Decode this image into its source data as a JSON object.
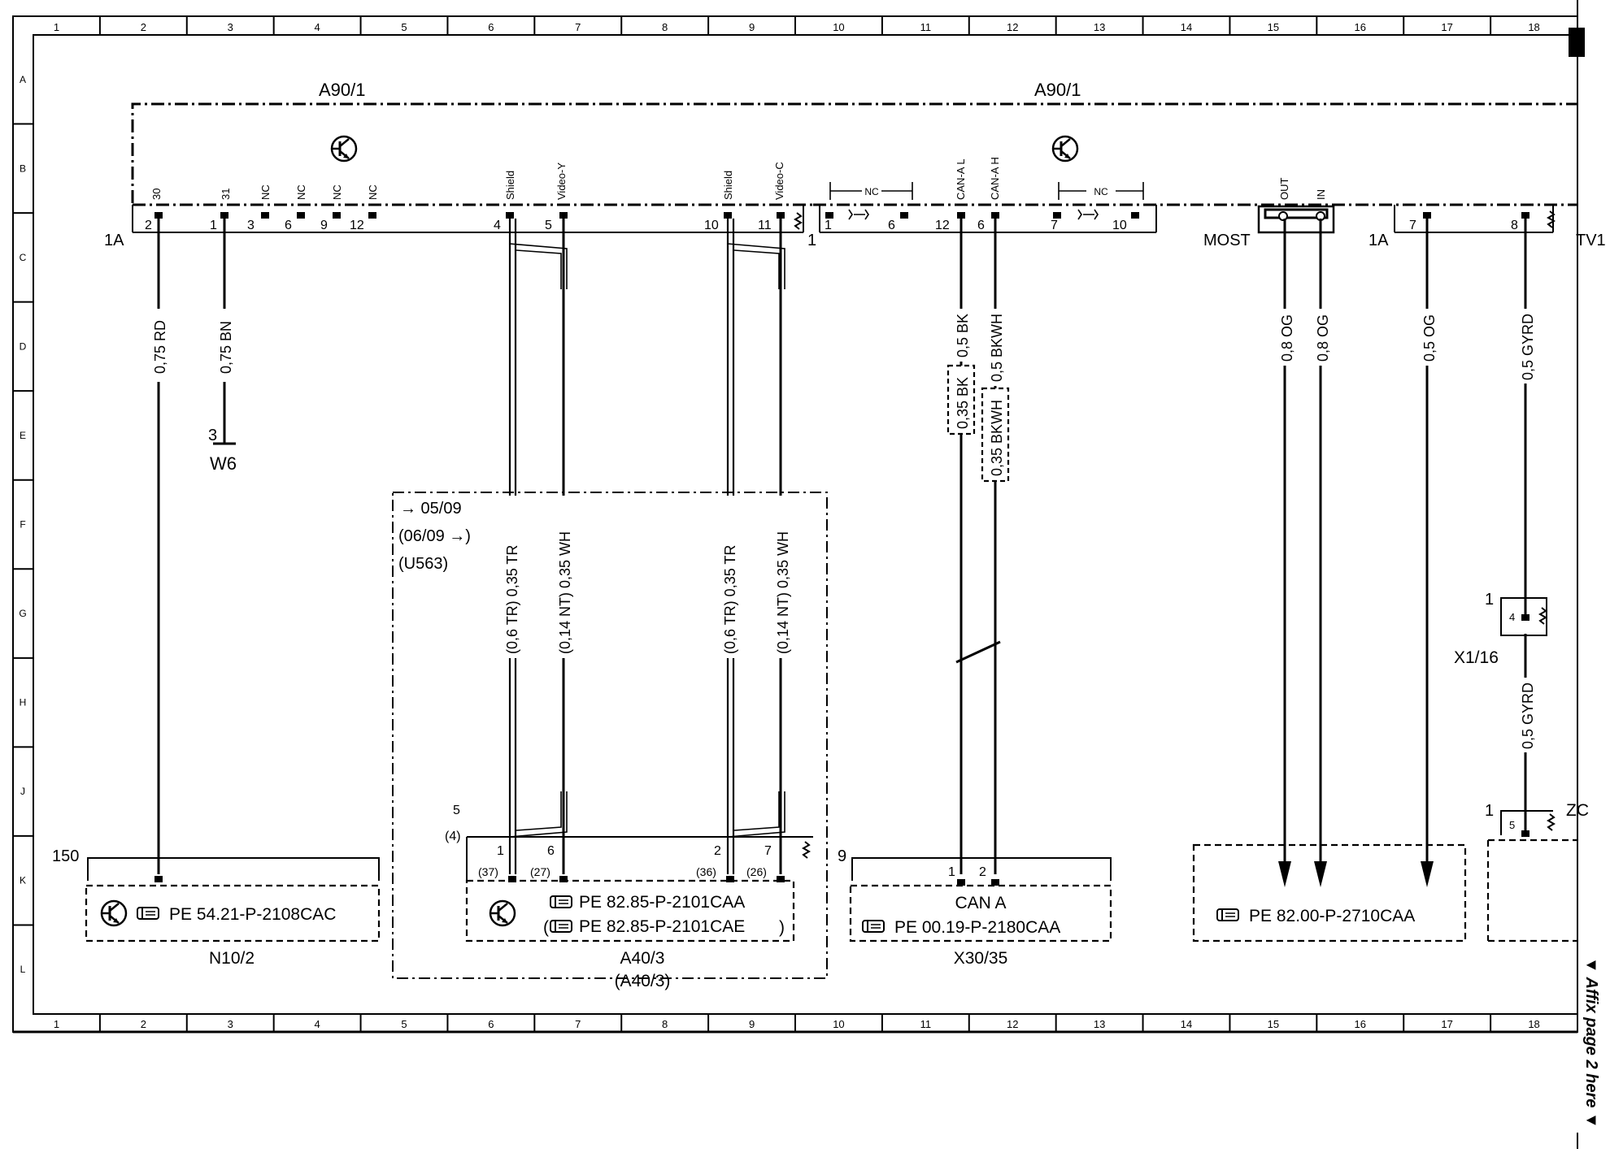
{
  "grid": {
    "columns": [
      "1",
      "2",
      "3",
      "4",
      "5",
      "6",
      "7",
      "8",
      "9",
      "10",
      "11",
      "12",
      "13",
      "14",
      "15",
      "16",
      "17",
      "18"
    ],
    "rows": [
      "A",
      "B",
      "C",
      "D",
      "E",
      "F",
      "G",
      "H",
      "J",
      "K",
      "L"
    ]
  },
  "modules": {
    "a90_left": "A90/1",
    "a90_right": "A90/1",
    "connector_1a_left": "1A",
    "connector_1_mid": "1",
    "connector_most": "MOST",
    "connector_1a_right": "1A",
    "connector_tv1": "TV1"
  },
  "pins_top": {
    "p30": "30",
    "p31": "31",
    "nc1": "NC",
    "nc2": "NC",
    "nc3": "NC",
    "nc4": "NC",
    "shield1": "Shield",
    "videoY": "Video-Y",
    "shield2": "Shield",
    "videoC": "Video-C",
    "nc5": "NC",
    "canL": "CAN-A L",
    "canH": "CAN-A H",
    "nc6": "NC",
    "out": "OUT",
    "in": "IN"
  },
  "pins_num": {
    "n2": "2",
    "n1": "1",
    "n3": "3",
    "n6": "6",
    "n9": "9",
    "n12": "12",
    "n4": "4",
    "n5": "5",
    "n10": "10",
    "n11": "11",
    "m1": "1",
    "m6": "6",
    "m12": "12",
    "m6b": "6",
    "m7": "7",
    "m10": "10",
    "r7": "7",
    "r8": "8"
  },
  "wires": {
    "w_rd": "0,75 RD",
    "w_bn": "0,75 BN",
    "w_bk": "0,5 BK",
    "w_bkwh": "0,5 BKWH",
    "w_bk_alt": "0,35 BK",
    "w_bkwh_alt": "0,35 BKWH",
    "w_og1": "0,8 OG",
    "w_og2": "0,8 OG",
    "w_og3": "0,5 OG",
    "w_gyrd1": "0,5 GYRD",
    "w_gyrd2": "0,5 GYRD",
    "w_tr1": "(0,6 TR) 0,35 TR",
    "w_wh1": "(0,14 NT) 0,35 WH",
    "w_tr2": "(0,6 TR) 0,35 TR",
    "w_wh2": "(0,14 NT) 0,35 WH"
  },
  "w6": {
    "pin": "3",
    "label": "W6"
  },
  "variant": {
    "l1": "→ 05/09",
    "l2": "(06/09  →)",
    "l3": "(U563)"
  },
  "a40": {
    "pin_top": "5",
    "pin_top_alt": "(4)",
    "p1": "1",
    "p1a": "(37)",
    "p6": "6",
    "p6a": "(27)",
    "p2": "2",
    "p2a": "(36)",
    "p7": "7",
    "p7a": "(26)",
    "ref1": "PE 82.85-P-2101CAA",
    "ref2": "PE 82.85-P-2101CAE",
    "name": "A40/3",
    "name_alt": "(A40/3)"
  },
  "n10": {
    "pin": "150",
    "ref": "PE 54.21-P-2108CAC",
    "name": "N10/2"
  },
  "x30": {
    "pin": "9",
    "p1": "1",
    "p2": "2",
    "title": "CAN A",
    "ref": "PE 00.19-P-2180CAA",
    "name": "X30/35"
  },
  "most_box": {
    "ref": "PE 82.00-P-2710CAA"
  },
  "x1": {
    "pin": "1",
    "sub": "4",
    "name": "X1/16"
  },
  "zc": {
    "pin": "1",
    "sub": "5",
    "name": "ZC"
  },
  "affix": "▼ Affix page 2 here ▼",
  "icons": {
    "transistor": "transistor-icon",
    "reference": "reference-hand-icon"
  }
}
